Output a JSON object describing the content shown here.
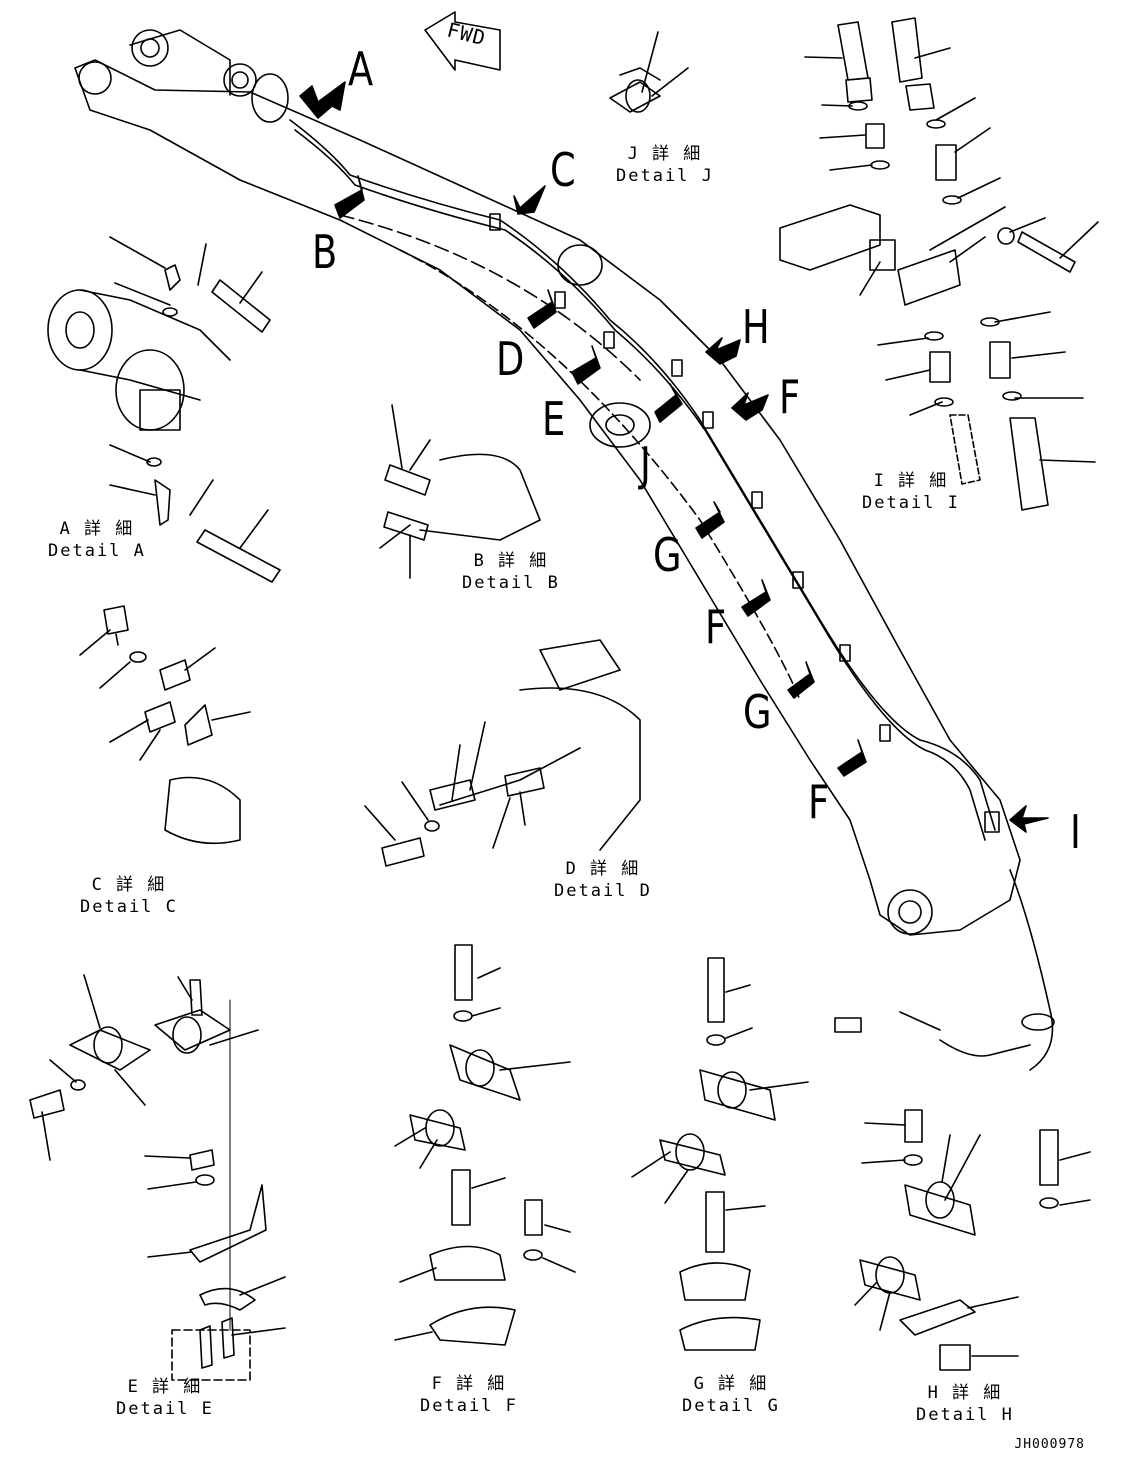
{
  "diagram": {
    "fwd_label": "FWD",
    "callouts": [
      "A",
      "B",
      "C",
      "D",
      "E",
      "J",
      "H",
      "F",
      "G",
      "F",
      "G",
      "F",
      "I"
    ],
    "details": [
      {
        "id": "a",
        "jp": "A 詳 細",
        "en": "Detail A"
      },
      {
        "id": "b",
        "jp": "B 詳 細",
        "en": "Detail B"
      },
      {
        "id": "c",
        "jp": "C 詳 細",
        "en": "Detail C"
      },
      {
        "id": "d",
        "jp": "D 詳 細",
        "en": "Detail D"
      },
      {
        "id": "e",
        "jp": "E 詳 細",
        "en": "Detail E"
      },
      {
        "id": "f",
        "jp": "F 詳 細",
        "en": "Detail F"
      },
      {
        "id": "g",
        "jp": "G 詳 細",
        "en": "Detail G"
      },
      {
        "id": "h",
        "jp": "H 詳 細",
        "en": "Detail H"
      },
      {
        "id": "i",
        "jp": "I 詳 細",
        "en": "Detail I"
      },
      {
        "id": "j",
        "jp": "J 詳 細",
        "en": "Detail J"
      }
    ],
    "document_number": "JH000978"
  }
}
